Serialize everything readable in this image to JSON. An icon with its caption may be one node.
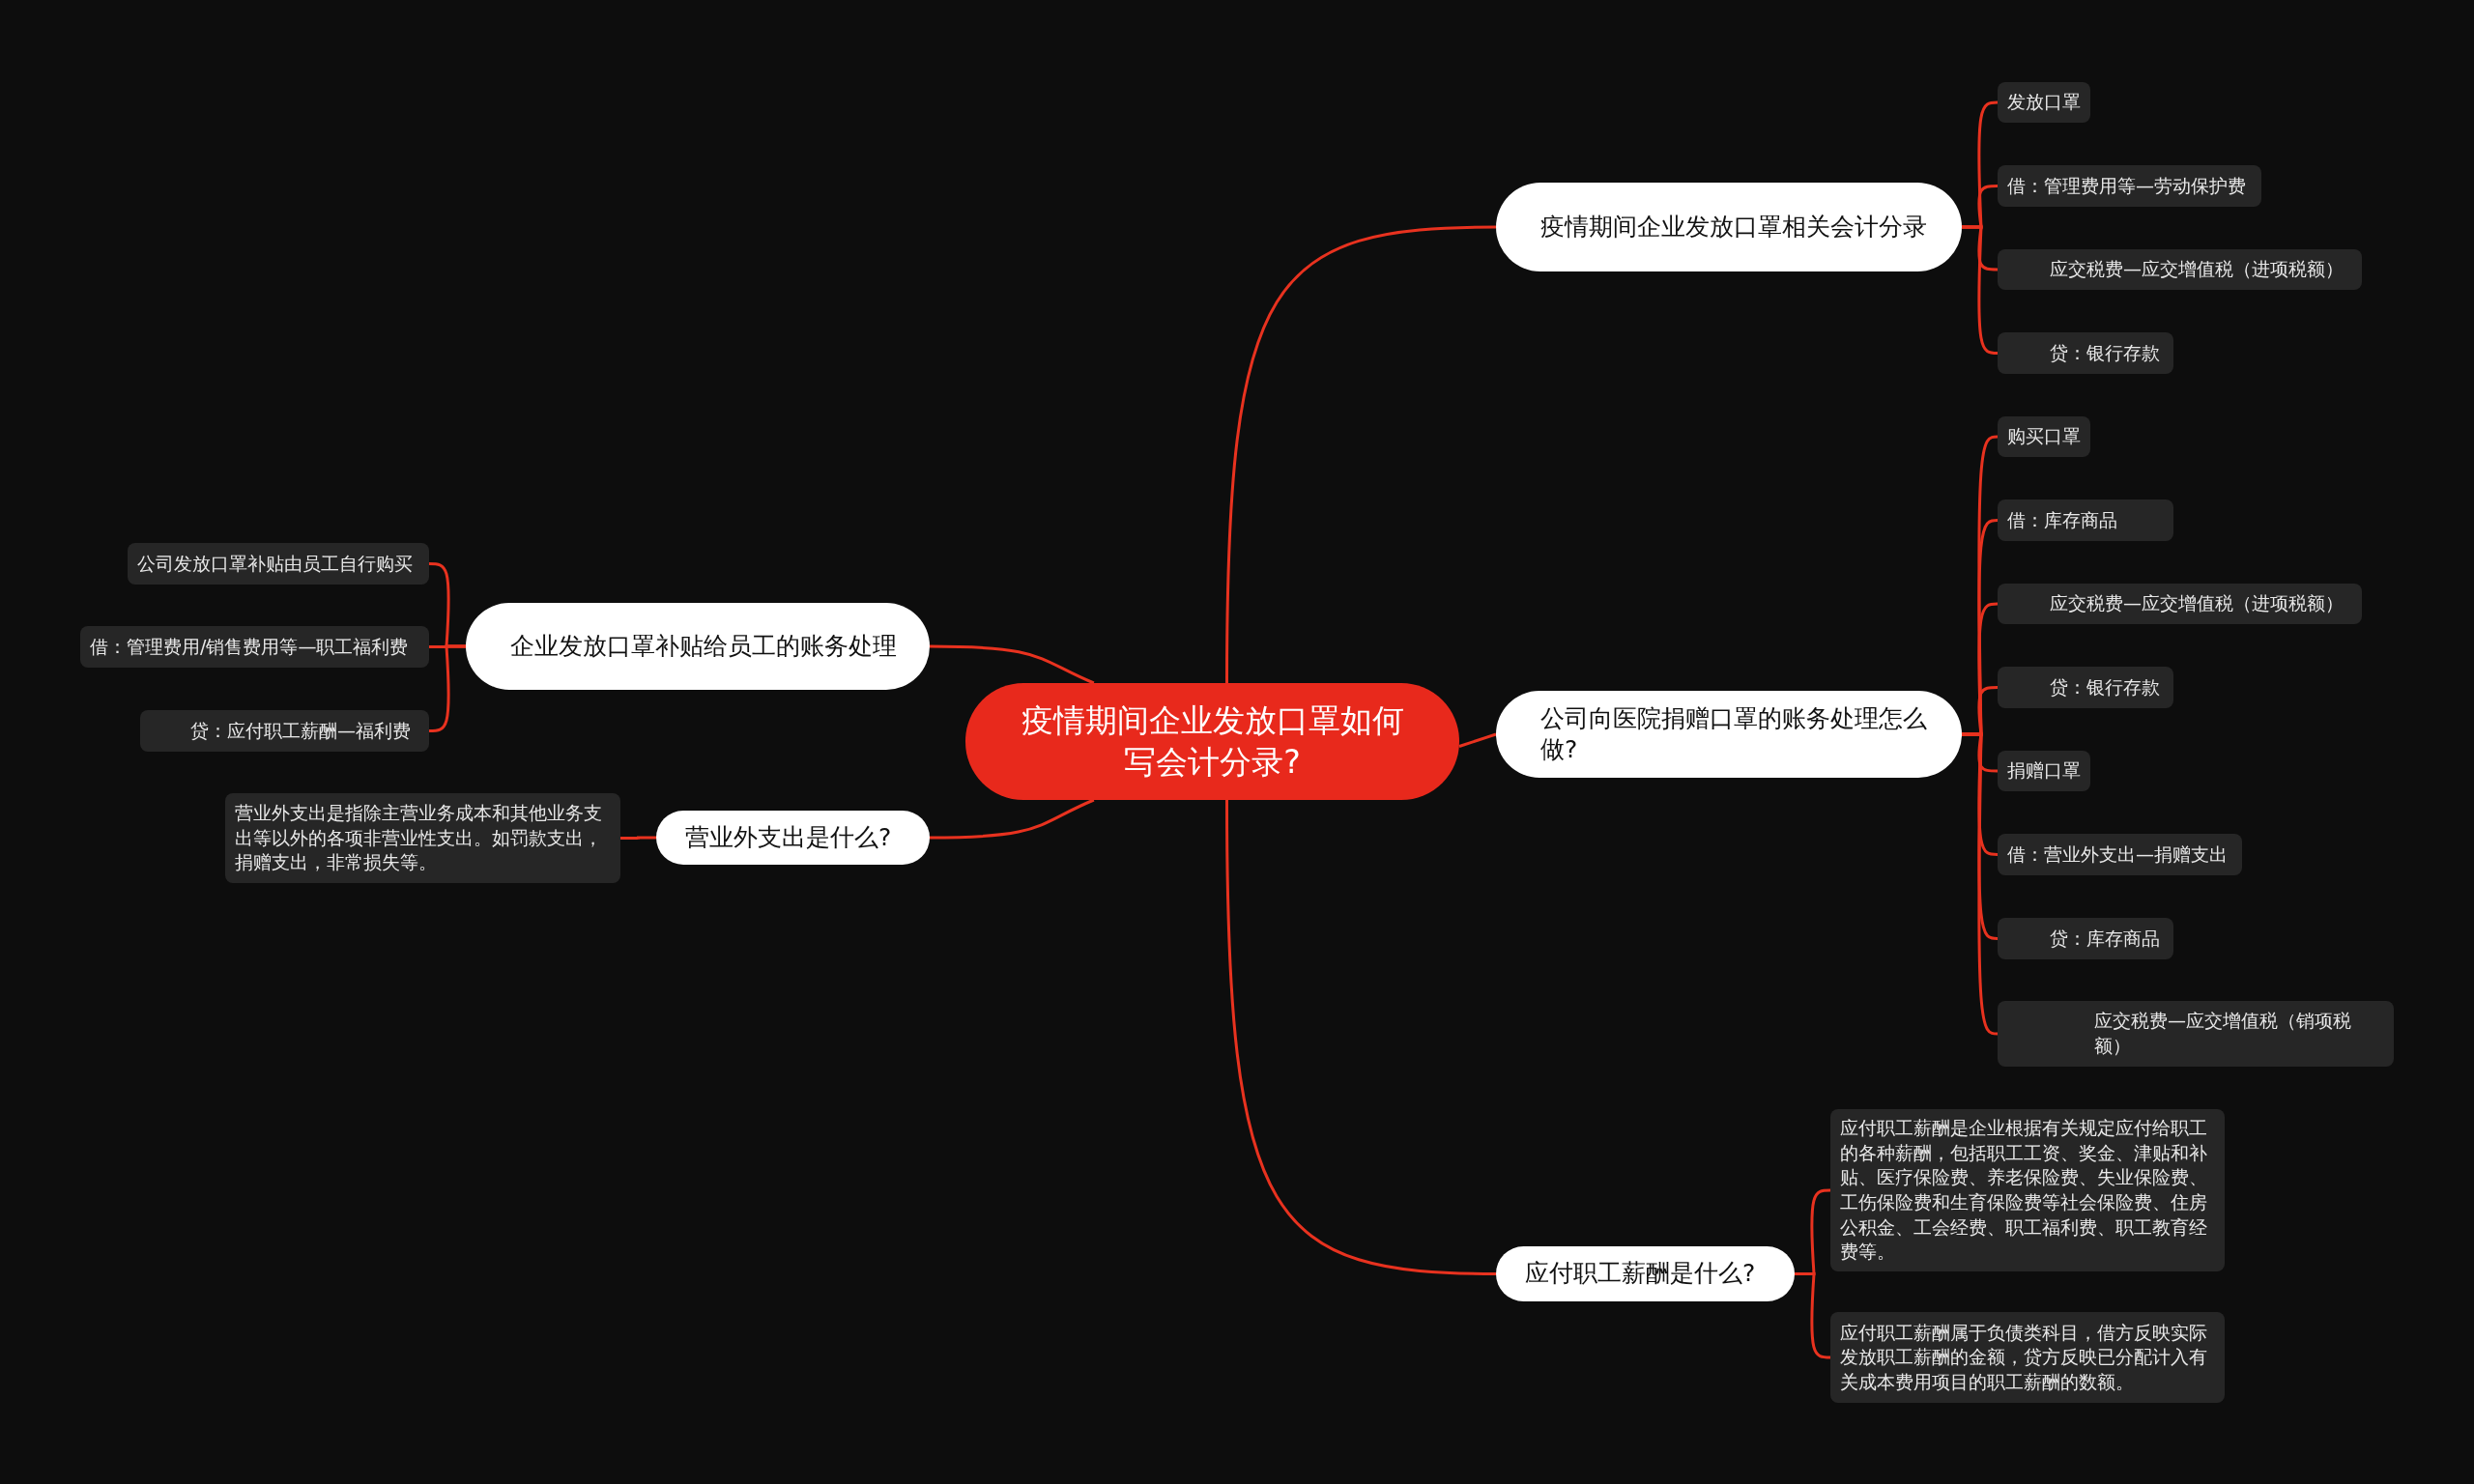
{
  "diagram": {
    "nodes": [
      {
        "text": [
          "疫情期间企业发放口罩如何写会计分录?"
        ]
      },
      {
        "text": [
          "疫情期间企业发放口罩相关会计分录"
        ]
      },
      {
        "text": [
          "发放口罩"
        ]
      },
      {
        "text": [
          "借：管理费用等—劳动保护费"
        ]
      },
      {
        "text": [
          "应交税费—应交增值税（进项税额）"
        ]
      },
      {
        "text": [
          "贷：银行存款"
        ]
      },
      {
        "text": [
          "公司向医院捐赠口罩的账务处理怎么做?"
        ]
      },
      {
        "text": [
          "购买口罩"
        ]
      },
      {
        "text": [
          "借：库存商品"
        ]
      },
      {
        "text": [
          "应交税费—应交增值税（进项税额）"
        ]
      },
      {
        "text": [
          "贷：银行存款"
        ]
      },
      {
        "text": [
          "捐赠口罩"
        ]
      },
      {
        "text": [
          "借：营业外支出—捐赠支出"
        ]
      },
      {
        "text": [
          "贷：库存商品"
        ]
      },
      {
        "text": [
          "应交税费—应交增值税（销项税额）"
        ]
      },
      {
        "text": [
          "企业发放口罩补贴给员工的账务处理"
        ]
      },
      {
        "text": [
          "公司发放口罩补贴由员工自行购买"
        ]
      },
      {
        "text": [
          "借：管理费用/销售费用等—职工福利费"
        ]
      },
      {
        "text": [
          "贷：应付职工薪酬—福利费"
        ]
      },
      {
        "text": [
          "营业外支出是什么?"
        ]
      },
      {
        "text": [
          "营业外支出是指除主营业务成本和其他业务支出等以外的各项非营业性支出。如罚款支出，捐赠支出，非常损失等。"
        ]
      },
      {
        "text": [
          "应付职工薪酬是什么?"
        ]
      },
      {
        "text": [
          "应付职工薪酬是企业根据有关规定应付给职工的各种薪酬，包括职工工资、奖金、津贴和补贴、医疗保险费、养老保险费、失业保险费、工伤保险费和生育保险费等社会保险费、住房公积金、工会经费、职工福利费、职工教育经费等。"
        ]
      },
      {
        "text": [
          "应付职工薪酬属于负债类科目，借方反映实际发放职工薪酬的金额，贷方反映已分配计入有关成本费用项目的职工薪酬的数额。"
        ]
      }
    ],
    "edges": [
      {
        "from": 0,
        "to": 1,
        "arrow": "none"
      },
      {
        "from": 1,
        "to": 2,
        "arrow": "none"
      },
      {
        "from": 1,
        "to": 3,
        "arrow": "none"
      },
      {
        "from": 1,
        "to": 4,
        "arrow": "none"
      },
      {
        "from": 1,
        "to": 5,
        "arrow": "none"
      },
      {
        "from": 0,
        "to": 6,
        "arrow": "none"
      },
      {
        "from": 6,
        "to": 7,
        "arrow": "none"
      },
      {
        "from": 6,
        "to": 8,
        "arrow": "none"
      },
      {
        "from": 6,
        "to": 9,
        "arrow": "none"
      },
      {
        "from": 6,
        "to": 10,
        "arrow": "none"
      },
      {
        "from": 6,
        "to": 11,
        "arrow": "none"
      },
      {
        "from": 6,
        "to": 12,
        "arrow": "none"
      },
      {
        "from": 6,
        "to": 13,
        "arrow": "none"
      },
      {
        "from": 6,
        "to": 14,
        "arrow": "none"
      },
      {
        "from": 0,
        "to": 15,
        "arrow": "none"
      },
      {
        "from": 15,
        "to": 16,
        "arrow": "none"
      },
      {
        "from": 15,
        "to": 17,
        "arrow": "none"
      },
      {
        "from": 15,
        "to": 18,
        "arrow": "none"
      },
      {
        "from": 0,
        "to": 19,
        "arrow": "none"
      },
      {
        "from": 19,
        "to": 20,
        "arrow": "none"
      },
      {
        "from": 0,
        "to": 21,
        "arrow": "none"
      },
      {
        "from": 21,
        "to": 22,
        "arrow": "none"
      },
      {
        "from": 21,
        "to": 23,
        "arrow": "none"
      }
    ]
  }
}
